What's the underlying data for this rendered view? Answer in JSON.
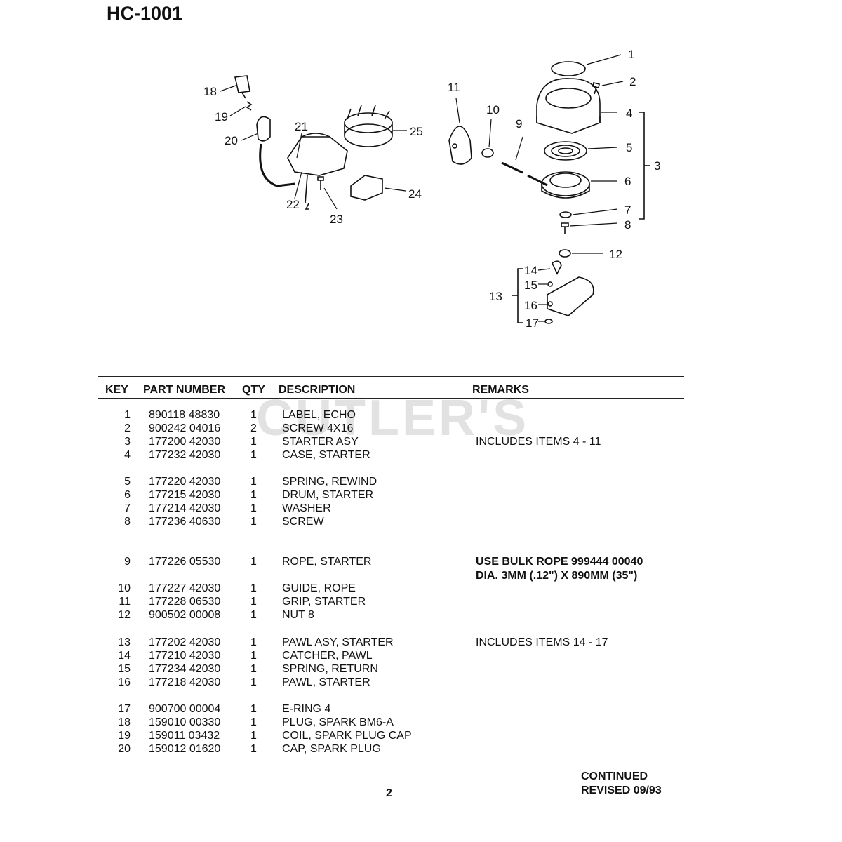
{
  "title": "HC-1001",
  "watermark": "CUTLER'S",
  "diagram": {
    "callouts": [
      "1",
      "2",
      "3",
      "4",
      "5",
      "6",
      "7",
      "8",
      "9",
      "10",
      "11",
      "12",
      "13",
      "14",
      "15",
      "16",
      "17",
      "18",
      "19",
      "20",
      "21",
      "22",
      "23",
      "24",
      "25"
    ]
  },
  "table": {
    "headers": {
      "key": "KEY",
      "part": "PART NUMBER",
      "qty": "QTY",
      "desc": "DESCRIPTION",
      "remarks": "REMARKS"
    },
    "rows": [
      {
        "key": "1",
        "part": "890118 48830",
        "qty": "1",
        "desc": "LABEL, ECHO",
        "remarks": ""
      },
      {
        "key": "2",
        "part": "900242 04016",
        "qty": "2",
        "desc": "SCREW  4X16",
        "remarks": ""
      },
      {
        "key": "3",
        "part": "177200 42030",
        "qty": "1",
        "desc": "STARTER ASY",
        "remarks": "INCLUDES ITEMS  4 - 11"
      },
      {
        "key": "4",
        "part": "177232 42030",
        "qty": "1",
        "desc": "CASE, STARTER",
        "remarks": ""
      },
      {
        "key": "5",
        "part": "177220 42030",
        "qty": "1",
        "desc": "SPRING, REWIND",
        "remarks": ""
      },
      {
        "key": "6",
        "part": "177215 42030",
        "qty": "1",
        "desc": "DRUM, STARTER",
        "remarks": ""
      },
      {
        "key": "7",
        "part": "177214 42030",
        "qty": "1",
        "desc": "WASHER",
        "remarks": ""
      },
      {
        "key": "8",
        "part": "177236 40630",
        "qty": "1",
        "desc": "SCREW",
        "remarks": ""
      },
      {
        "key": "9",
        "part": "177226 05530",
        "qty": "1",
        "desc": "ROPE, STARTER",
        "remarks": "USE BULK ROPE 999444 00040"
      },
      {
        "key": "10",
        "part": "177227 42030",
        "qty": "1",
        "desc": "GUIDE, ROPE",
        "remarks": ""
      },
      {
        "key": "11",
        "part": "177228 06530",
        "qty": "1",
        "desc": "GRIP, STARTER",
        "remarks": ""
      },
      {
        "key": "12",
        "part": "900502 00008",
        "qty": "1",
        "desc": "NUT  8",
        "remarks": ""
      },
      {
        "key": "13",
        "part": "177202 42030",
        "qty": "1",
        "desc": "PAWL ASY, STARTER",
        "remarks": "INCLUDES ITEMS 14 - 17"
      },
      {
        "key": "14",
        "part": "177210 42030",
        "qty": "1",
        "desc": "CATCHER, PAWL",
        "remarks": ""
      },
      {
        "key": "15",
        "part": "177234 42030",
        "qty": "1",
        "desc": "SPRING, RETURN",
        "remarks": ""
      },
      {
        "key": "16",
        "part": "177218 42030",
        "qty": "1",
        "desc": "PAWL, STARTER",
        "remarks": ""
      },
      {
        "key": "17",
        "part": "900700 00004",
        "qty": "1",
        "desc": "E-RING  4",
        "remarks": ""
      },
      {
        "key": "18",
        "part": "159010 00330",
        "qty": "1",
        "desc": "PLUG, SPARK  BM6-A",
        "remarks": ""
      },
      {
        "key": "19",
        "part": "159011 03432",
        "qty": "1",
        "desc": "COIL, SPARK PLUG CAP",
        "remarks": ""
      },
      {
        "key": "20",
        "part": "159012 01620",
        "qty": "1",
        "desc": "CAP, SPARK PLUG",
        "remarks": ""
      }
    ],
    "remarks_continuation": "DIA. 3MM (.12\") X 890MM (35\")"
  },
  "footer": {
    "page_number": "2",
    "continued": "CONTINUED",
    "revised": "REVISED 09/93"
  }
}
